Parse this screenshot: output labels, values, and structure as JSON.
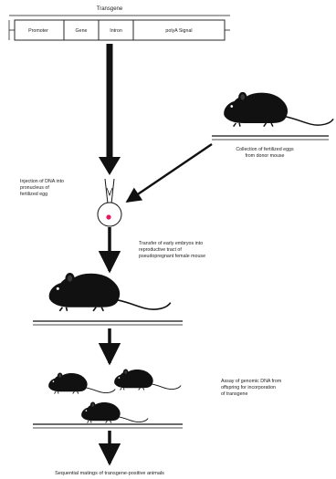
{
  "transgene": {
    "title": "Transgene",
    "segments": [
      "Promoter",
      "Gene",
      "Intron",
      "polyA Signal"
    ]
  },
  "captions": {
    "donor": [
      "Collection of fertilized eggs",
      "from donor mouse"
    ],
    "injection": [
      "Injection of DNA into",
      "pronucleus of",
      "fertilized egg"
    ],
    "transfer": [
      "Transfer of early embryos into",
      "reproductive tract of",
      "pseudopregnant female mouse"
    ],
    "assay": [
      "Assay of genomic DNA from",
      "offspring for incorporation",
      "of transgene"
    ],
    "final": "Sequential matings of transgene-positive animals"
  },
  "colors": {
    "ink": "#111111",
    "nucleus": "#e8175d"
  }
}
